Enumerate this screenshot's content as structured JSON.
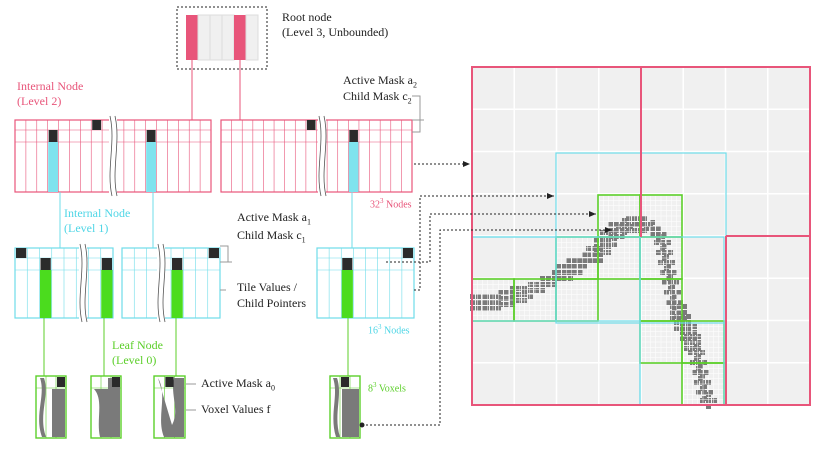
{
  "labels": {
    "root_title": "Root node",
    "root_sub": "(Level 3, Unbounded)",
    "internal2_title": "Internal Node",
    "internal2_sub": "(Level 2)",
    "internal1_title": "Internal Node",
    "internal1_sub": "(Level 1)",
    "leaf_title": "Leaf Node",
    "leaf_sub": "(Level 0)",
    "active_mask_2": "Active Mask a",
    "active_mask_2_sub": "2",
    "child_mask_2": "Child Mask c",
    "child_mask_2_sub": "2",
    "active_mask_1": "Active Mask a",
    "active_mask_1_sub": "1",
    "child_mask_1": "Child Mask c",
    "child_mask_1_sub": "1",
    "tile_values_1": "Tile Values /",
    "tile_values_2": "Child Pointers",
    "active_mask_0": "Active Mask a",
    "active_mask_0_sub": "0",
    "voxel_values": "Voxel Values f",
    "nodes_32": "32",
    "nodes_32_sup": "3",
    "nodes_32_suffix": " Nodes",
    "nodes_16": "16",
    "nodes_16_sup": "3",
    "nodes_16_suffix": " Nodes",
    "voxels_8": "8",
    "voxels_8_sup": "3",
    "voxels_8_suffix": " Voxels"
  },
  "colors": {
    "pink": "#e8557a",
    "cyan": "#6fdde9",
    "cyan_fill": "#7fe3ee",
    "green": "#5ccf2a",
    "green_fill": "#4bdc1e",
    "dark": "#2b2b2b",
    "voxel_gray": "#7a7a7a",
    "panel_gray": "#f0f0f0"
  }
}
